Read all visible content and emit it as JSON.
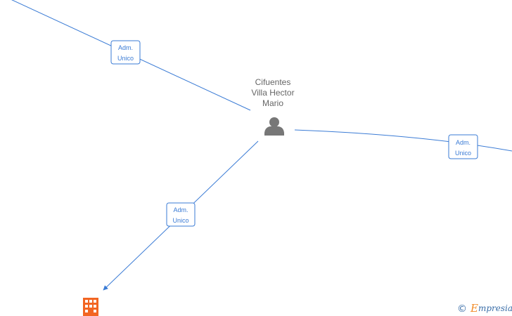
{
  "person": {
    "name_lines": [
      "Cifuentes",
      "Villa Hector",
      "Mario"
    ],
    "icon": "person-icon"
  },
  "company": {
    "icon": "building-icon",
    "color": "#f26522"
  },
  "edges": [
    {
      "id": "edge-top-left",
      "label_lines": [
        "Adm.",
        "Unico"
      ]
    },
    {
      "id": "edge-right",
      "label_lines": [
        "Adm.",
        "Unico"
      ]
    },
    {
      "id": "edge-bottom-left",
      "label_lines": [
        "Adm.",
        "Unico"
      ]
    }
  ],
  "brand": {
    "copyright_symbol": "©",
    "initial": "E",
    "rest": "mpresia"
  },
  "colors": {
    "edge": "#3a7bd5",
    "person": "#777777",
    "brand_accent": "#f28c28",
    "brand_text": "#3a6ea8"
  }
}
